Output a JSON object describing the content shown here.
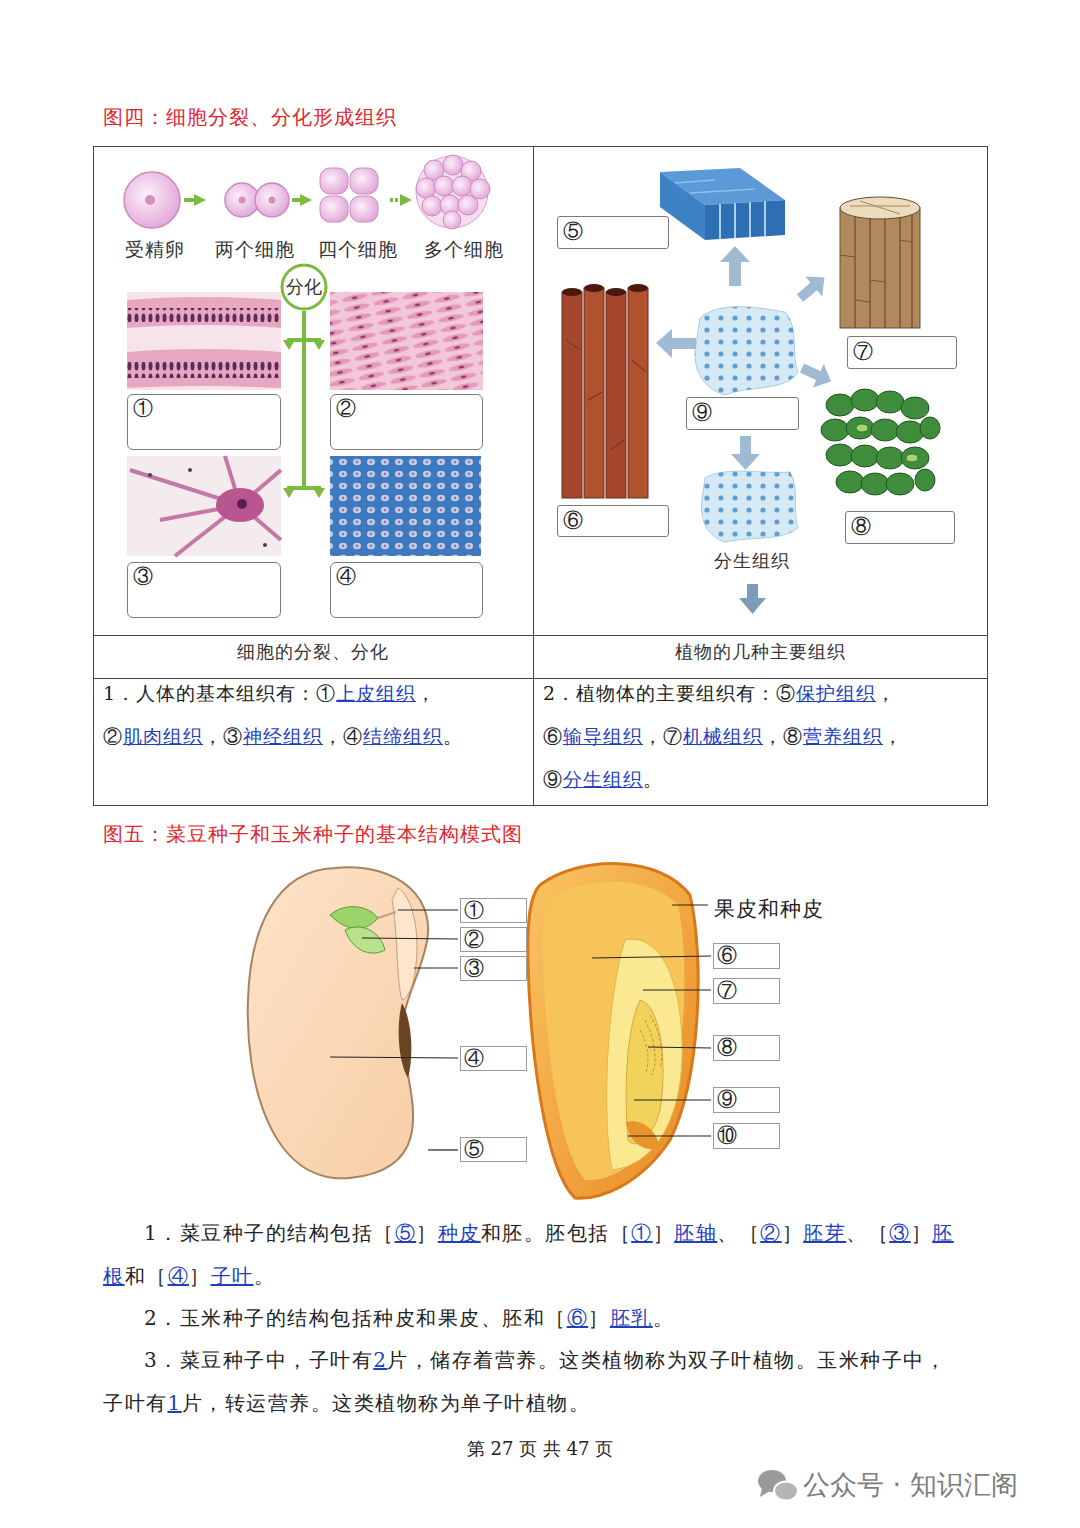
{
  "diagram": {
    "nodes": [
      {
        "text": [
          "分化"
        ]
      },
      {
        "text": [
          "①"
        ]
      },
      {
        "text": [
          "②"
        ]
      },
      {
        "text": [
          "③"
        ]
      },
      {
        "text": [
          "④"
        ]
      },
      {
        "text": [
          "⑤"
        ]
      },
      {
        "text": [
          "⑥"
        ]
      },
      {
        "text": [
          "⑦"
        ]
      },
      {
        "text": [
          "⑧"
        ]
      },
      {
        "text": [
          "⑨"
        ]
      },
      {
        "text": [
          "①"
        ]
      },
      {
        "text": [
          "②"
        ]
      },
      {
        "text": [
          "③"
        ]
      },
      {
        "text": [
          "④"
        ]
      },
      {
        "text": [
          "⑤"
        ]
      },
      {
        "text": [
          "⑥"
        ]
      },
      {
        "text": [
          "⑦"
        ]
      },
      {
        "text": [
          "⑧"
        ]
      },
      {
        "text": [
          "⑨"
        ]
      },
      {
        "text": [
          "⑩"
        ]
      }
    ],
    "labels": [
      "图四：细胞分裂、分化形成组织",
      "受精卵",
      "两个细胞",
      "四个细胞",
      "多个细胞",
      "分生组织",
      "细胞的分裂、分化",
      "植物的几种主要组织",
      "1．人体的基本组织有：①",
      "上皮组织",
      "，",
      "②",
      "肌肉组织",
      "，③",
      "神经组织",
      "，④",
      "结缔组织",
      "。",
      "2．植物体的主要组织有：⑤",
      "保护组织",
      "，",
      "⑥",
      "输导组织",
      "，⑦",
      "机械组织",
      "，⑧",
      "营养组织",
      "，",
      "⑨",
      "分生组织",
      "。",
      "图五：菜豆种子和玉米种子的基本结构模式图",
      "果皮和种皮",
      "1．菜豆种子的结构包括［",
      "⑤",
      "］",
      "种皮",
      "和胚。胚包括［",
      "①",
      "］",
      "胚轴",
      "、［",
      "②",
      "］",
      "胚芽",
      "、［",
      "③",
      "］",
      "胚根",
      "和［",
      "④",
      "］",
      "子叶",
      "。",
      "2．玉米种子的结构包括种皮和果皮、胚和［",
      "⑥",
      "］",
      "胚乳",
      "。",
      "3．菜豆种子中，子叶有",
      "2",
      "片，储存着营养。这类植物称为双子叶植物。玉米种子中，子叶有",
      "1",
      "片，转运营养。这类植物称为单子叶植物。",
      "第 27 页 共 47 页",
      "公众号 · 知识汇阁"
    ]
  }
}
